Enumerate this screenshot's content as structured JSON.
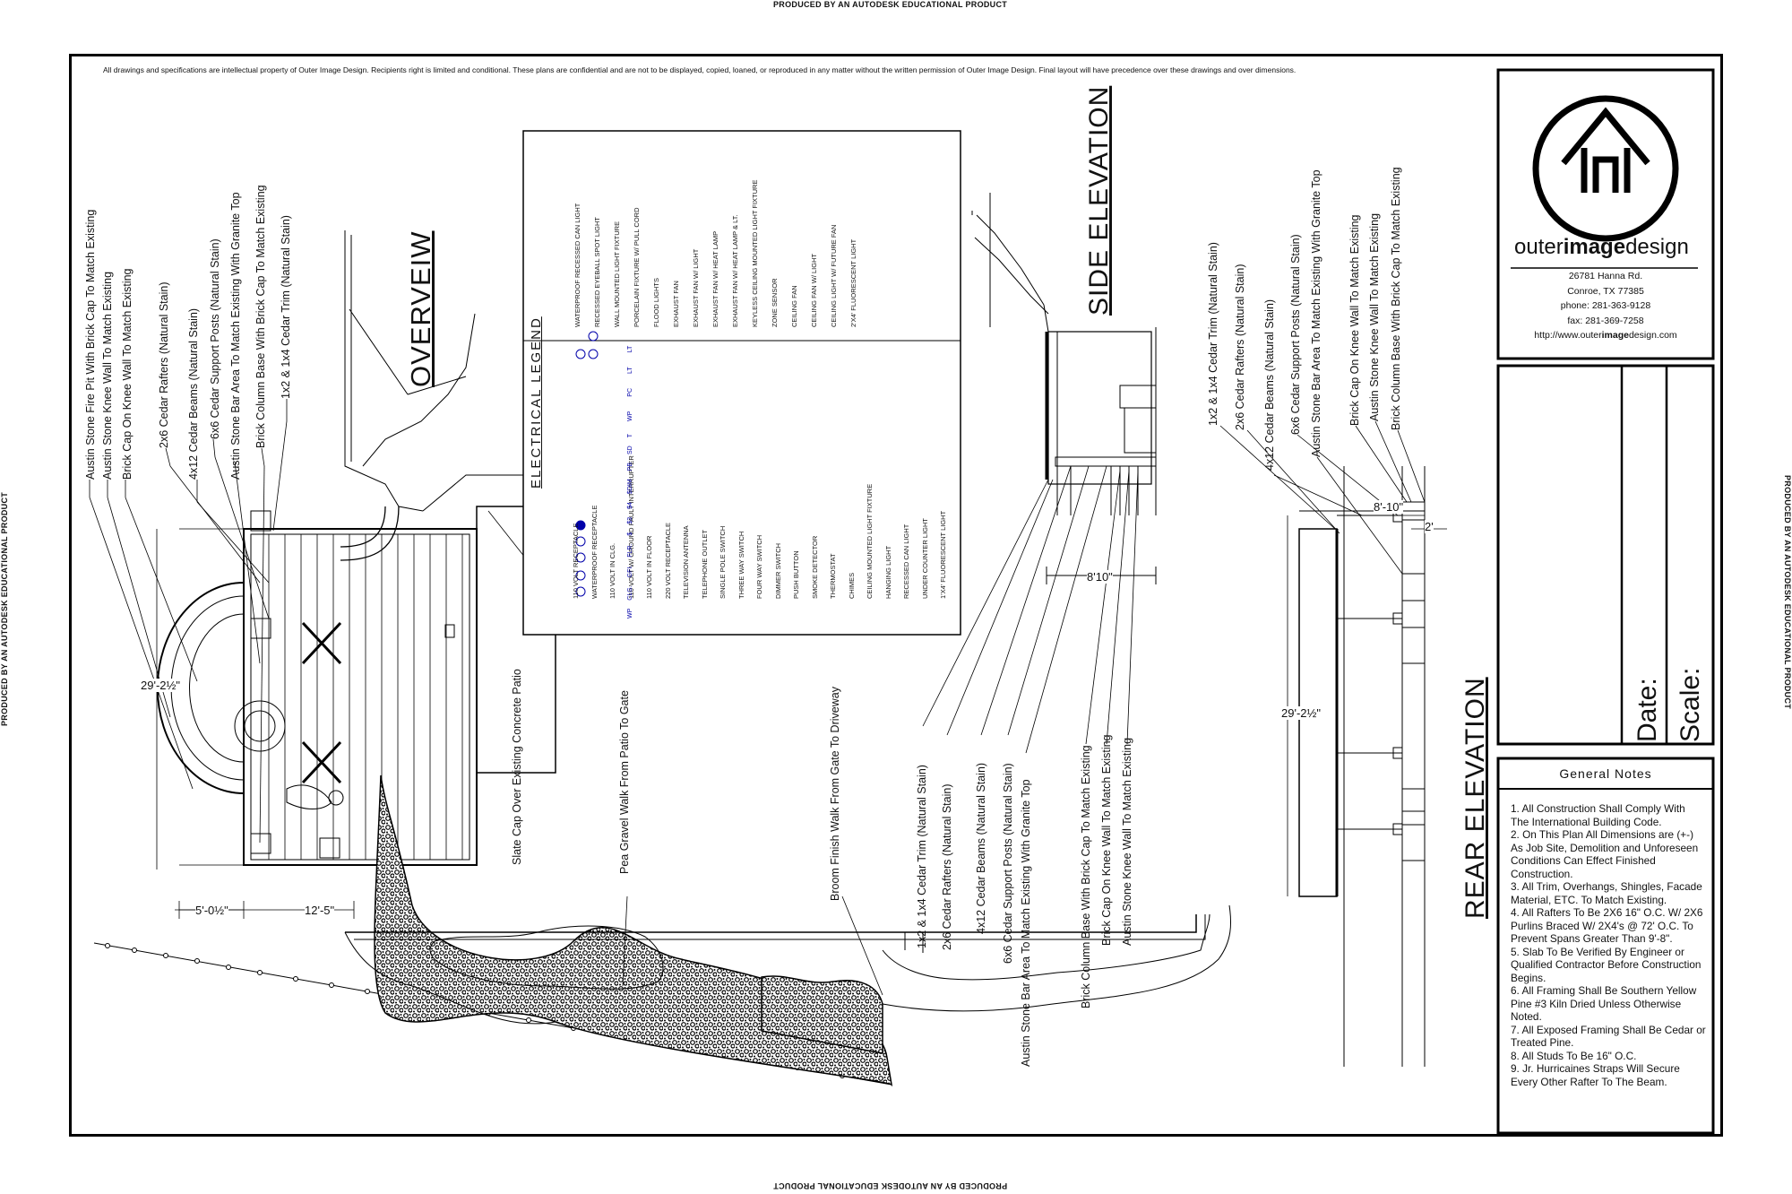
{
  "watermark": "PRODUCED BY AN AUTODESK EDUCATIONAL PRODUCT",
  "disclaimer": "All drawings and specifications are intellectual property of Outer Image Design. Recipients right is limited and conditional. These plans are confidential and are not to be displayed, copied, loaned, or reproduced in any matter without the written permission of Outer Image Design. Final layout will have precedence over these drawings and over dimensions.",
  "titles": {
    "overview": "OVERVEIW",
    "side": "SIDE ELEVATION",
    "rear": "REAR ELEVATION",
    "legend": "ELECTRICAL LEGEND"
  },
  "company": {
    "brand_prefix": "outer",
    "brand_bold": "image",
    "brand_suffix": "design",
    "address": "26781 Hanna Rd.",
    "city": "Conroe, TX 77385",
    "phone": "phone: 281-363-9128",
    "fax": "fax: 281-369-7258",
    "url_prefix": "http://www.outer",
    "url_bold": "image",
    "url_suffix": "design.com"
  },
  "title_block": {
    "date_label": "Date:",
    "scale_label": "Scale:"
  },
  "general_notes": {
    "title": "General Notes",
    "items": [
      "1. All Construction Shall Comply With The International Building Code.",
      "2. On This Plan All Dimensions are (+-) As Job Site, Demolition and Unforeseen Conditions Can Effect Finished Construction.",
      "3. All Trim, Overhangs, Shingles, Facade Material, ETC. To Match Existing.",
      "4. All Rafters To Be 2X6 16\" O.C. W/ 2X6 Purlins Braced W/ 2X4's @ 72' O.C. To Prevent Spans Greater Than 9'-8\".",
      "5. Slab To Be Verified By Engineer or Qualified Contractor Before Construction Begins.",
      "6. All Framing Shall Be Southern Yellow Pine #3 Kiln Dried Unless Otherwise Noted.",
      "7. All Exposed Framing Shall Be Cedar or Treated Pine.",
      "8. All Studs To Be 16\" O.C.",
      "9. Jr. Hurricaines Straps Will Secure Every Other Rafter To The Beam."
    ]
  },
  "overview_callouts": [
    "Austin Stone Fire Pit With Brick Cap To Match Existing",
    "Austin Stone Knee Wall To Match Existing",
    "Brick Cap On Knee Wall To Match Existing",
    "2x6 Cedar Rafters (Natural Stain)",
    "4x12 Cedar Beams (Natural Stain)",
    "6x6 Cedar Support Posts (Natural Stain)",
    "Austin Stone Bar Area To Match Existing With Granite Top",
    "Brick Column Base With Brick Cap To Match Existing",
    "1x2 & 1x4 Cedar Trim (Natural Stain)"
  ],
  "side_callouts": [
    "1x2 & 1x4 Cedar Trim (Natural Stain)",
    "2x6 Cedar Rafters (Natural Stain)",
    "4x12 Cedar Beams (Natural Stain)",
    "6x6 Cedar Support Posts (Natural Stain)",
    "Austin Stone Bar Area To Match Existing With Granite Top",
    "Brick Column Base With Brick Cap To Match Existing",
    "Brick Cap On Knee Wall To Match Existing",
    "Austin Stone Knee Wall To Match Existing"
  ],
  "rear_callouts": [
    "1x2 & 1x4 Cedar Trim (Natural Stain)",
    "2x6 Cedar Rafters (Natural Stain)",
    "4x12 Cedar Beams (Natural Stain)",
    "6x6 Cedar Support Posts (Natural Stain)",
    "Austin Stone Bar Area To Match Existing With Granite Top",
    "Brick Cap On Knee Wall To Match Existing",
    "Austin Stone Knee Wall To Match Existing",
    "Brick Column Base With Brick Cap To Match Existing"
  ],
  "site_callouts": [
    "Slate Cap Over Existing Concrete Patio",
    "Pea Gravel Walk From Patio To Gate",
    "Broom Finish Walk From Gate To Driveway"
  ],
  "dimensions": {
    "overview_depth": "29'-2½\"",
    "overview_left": "5'-0½\"",
    "overview_width": "12'-5\"",
    "side_width": "8'10\"",
    "rear_top": "8'-10\"",
    "rear_small": "2'",
    "rear_depth": "29'-2½\""
  },
  "legend_left": [
    "110 VOLT RECEPTACLE",
    "WATERPROOF RECEPTACLE",
    "110 VOLT IN CLG.",
    "110 VOLT W/ GROUND FAULT INTERRUPTER",
    "110 VOLT IN FLOOR",
    "220 VOLT RECEPTACLE",
    "TELEVISION ANTENNA",
    "TELEPHONE OUTLET",
    "SINGLE POLE SWITCH",
    "THREE WAY SWITCH",
    "FOUR WAY SWITCH",
    "DIMMER SWITCH",
    "PUSH BUTTON",
    "SMOKE DETECTOR",
    "THERMOSTAT",
    "CHIMES",
    "CEILING MOUNTED LIGHT FIXTURE",
    "HANGING LIGHT",
    "RECESSED CAN LIGHT",
    "UNDER COUNTER LIGHT",
    "1'X4' FLUORESCENT LIGHT"
  ],
  "legend_right": [
    "WATERPROOF RECESSED CAN LIGHT",
    "RECESSED EYEBALL SPOT LIGHT",
    "WALL MOUNTED LIGHT FIXTURE",
    "PORCELAIN FIXTURE W/ PULL CORD",
    "FLOOD LIGHTS",
    "EXHAUST FAN",
    "EXHAUST FAN W/ LIGHT",
    "EXHAUST FAN W/ HEAT LAMP",
    "EXHAUST FAN W/ HEAT LAMP & LT.",
    "KEYLESS CEILING MOUNTED LIGHT FIXTURE",
    "ZONE SENSOR",
    "CEILING FAN",
    "CEILING FAN W/ LIGHT",
    "CEILING LIGHT W/ FUTURE FAN",
    "2'X4' FLUORESCENT LIGHT"
  ],
  "legend_symbols_left": [
    "WP",
    "CLG.",
    "GFI.",
    "FLR.",
    "$",
    "$3",
    "$4",
    "$DIM",
    "PB",
    "SD",
    "T"
  ],
  "legend_symbols_right": [
    "WP",
    "PC",
    "LT",
    "LT"
  ]
}
